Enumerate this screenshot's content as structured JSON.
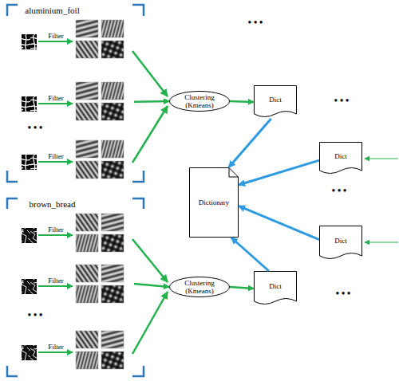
{
  "diagram": {
    "nodes": [
      {
        "text": [
          "aluminium_foil"
        ]
      },
      {
        "text": [
          "Clustering (Kmeans)"
        ]
      },
      {
        "text": [
          "Dict"
        ]
      },
      {
        "text": [
          "Dictionary"
        ]
      },
      {
        "text": [
          "Dict"
        ]
      },
      {
        "text": [
          "Dict"
        ]
      },
      {
        "text": [
          "brown_bread"
        ]
      },
      {
        "text": [
          "Clustering (Kmeans)"
        ]
      },
      {
        "text": [
          "Dict"
        ]
      }
    ],
    "edges": [
      {
        "from": 0,
        "to": 1,
        "arrow": "to"
      },
      {
        "from": 1,
        "to": 2,
        "arrow": "to"
      },
      {
        "from": 2,
        "to": 3,
        "arrow": "to"
      },
      {
        "from": 4,
        "to": 3,
        "arrow": "to"
      },
      {
        "from": 5,
        "to": 3,
        "arrow": "to"
      },
      {
        "from": 8,
        "to": 3,
        "arrow": "to"
      },
      {
        "from": 6,
        "to": 7,
        "arrow": "to"
      },
      {
        "from": 7,
        "to": 8,
        "arrow": "to"
      }
    ],
    "labels": [
      "Filter",
      "Filter",
      "• • •",
      "Filter",
      "Filter",
      "Filter",
      "• • •",
      "Filter",
      "• • •",
      "• • •",
      "• • •",
      "• • •"
    ]
  }
}
